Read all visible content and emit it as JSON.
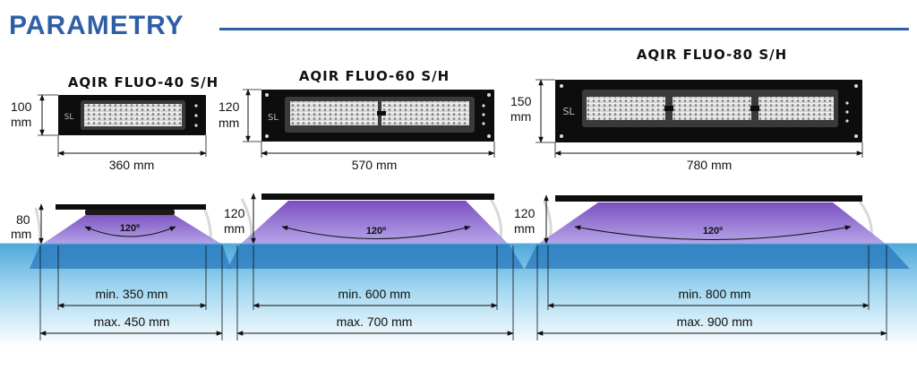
{
  "header": {
    "title": "PARAMETRY"
  },
  "models": [
    {
      "name": "AQIR FLUO-40 S/H",
      "height_value": "100",
      "height_unit": "mm",
      "length": "360 mm",
      "mount_value": "80",
      "mount_unit": "mm",
      "angle": "120º",
      "min": "min. 350 mm",
      "max": "max. 450 mm"
    },
    {
      "name": "AQIR FLUO-60 S/H",
      "height_value": "120",
      "height_unit": "mm",
      "length": "570 mm",
      "mount_value": "120",
      "mount_unit": "mm",
      "angle": "120º",
      "min": "min. 600 mm",
      "max": "max. 700 mm"
    },
    {
      "name": "AQIR FLUO-80 S/H",
      "height_value": "150",
      "height_unit": "mm",
      "length": "780 mm",
      "mount_value": "120",
      "mount_unit": "mm",
      "angle": "120º",
      "min": "min. 800 mm",
      "max": "max. 900 mm"
    }
  ],
  "colors": {
    "accent": "#2e5fa6",
    "beam": "#8a5fc8",
    "water_top": "#3b9fd6",
    "water_bottom": "#ffffff",
    "fixture": "#0d0d0d"
  },
  "icons": [
    "logo-icon",
    "mount-screw-icon",
    "led-module-icon"
  ]
}
